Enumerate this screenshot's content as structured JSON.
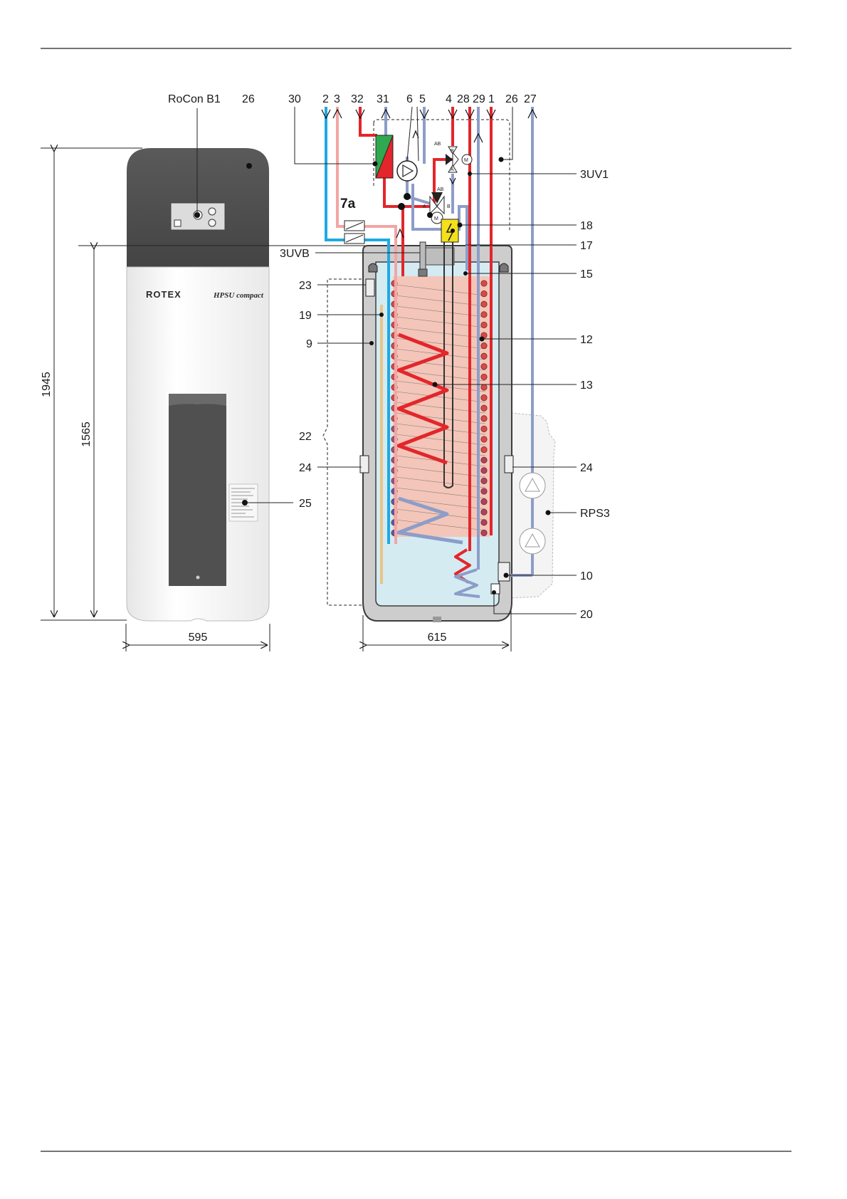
{
  "labels": {
    "rocon": "RoCon B1",
    "n26a": "26",
    "n30": "30",
    "n2": "2",
    "n3": "3",
    "n32": "32",
    "n31": "31",
    "n6": "6",
    "n5": "5",
    "n4": "4",
    "n28": "28",
    "n29": "29",
    "n1": "1",
    "n26b": "26",
    "n27": "27",
    "n7a": "7a",
    "uv1": "3UV1",
    "n18": "18",
    "n17": "17",
    "uvb": "3UVB",
    "n15": "15",
    "n23": "23",
    "n19": "19",
    "n12": "12",
    "n9": "9",
    "n13": "13",
    "n22": "22",
    "n24a": "24",
    "n24b": "24",
    "n25": "25",
    "rps3": "RPS3",
    "n10": "10",
    "n20": "20"
  },
  "dimensions": {
    "height_total": "1945",
    "height_body": "1565",
    "width_front": "595",
    "width_side": "615"
  },
  "product": {
    "brand": "ROTEX",
    "model": "HPSU compact"
  },
  "valve_marks": {
    "ab1": "AB",
    "ab2": "AB",
    "a": "A",
    "b": "B",
    "m": "M"
  },
  "colors": {
    "hot": "#e3262b",
    "cold_blue": "#8d9dc9",
    "cyan": "#1fa9e1",
    "pink": "#f3a5a5",
    "casing_dark": "#4f4f4f",
    "tank_fill": "#f6c2b3",
    "water": "#d4ebf2",
    "insulation": "#cfcfcf",
    "exchanger_green": "#2fa84f",
    "heater_yellow": "#f4e01b"
  }
}
